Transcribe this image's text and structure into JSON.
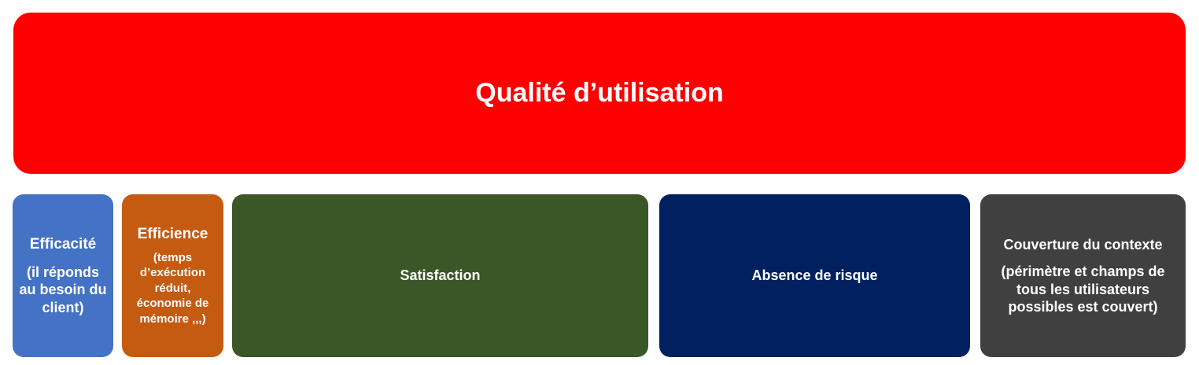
{
  "colors": {
    "top": "#ff0000",
    "efficacite": "#4472c4",
    "efficience": "#c55a11",
    "satisfaction": "#3b5727",
    "absence": "#002060",
    "couverture": "#404040"
  },
  "top": {
    "label": "Qualité d’utilisation"
  },
  "boxes": {
    "efficacite": {
      "title": "Efficacité",
      "desc": "(il réponds au besoin du client)"
    },
    "efficience": {
      "title": "Efficience",
      "desc": "(temps d’exécution réduit, économie de mémoire ,,,)"
    },
    "satisfaction": {
      "title": "Satisfaction"
    },
    "absence": {
      "title": "Absence de risque"
    },
    "couverture": {
      "title": "Couverture du contexte",
      "desc": "(périmètre et champs de tous les utilisateurs possibles est couvert)"
    }
  }
}
